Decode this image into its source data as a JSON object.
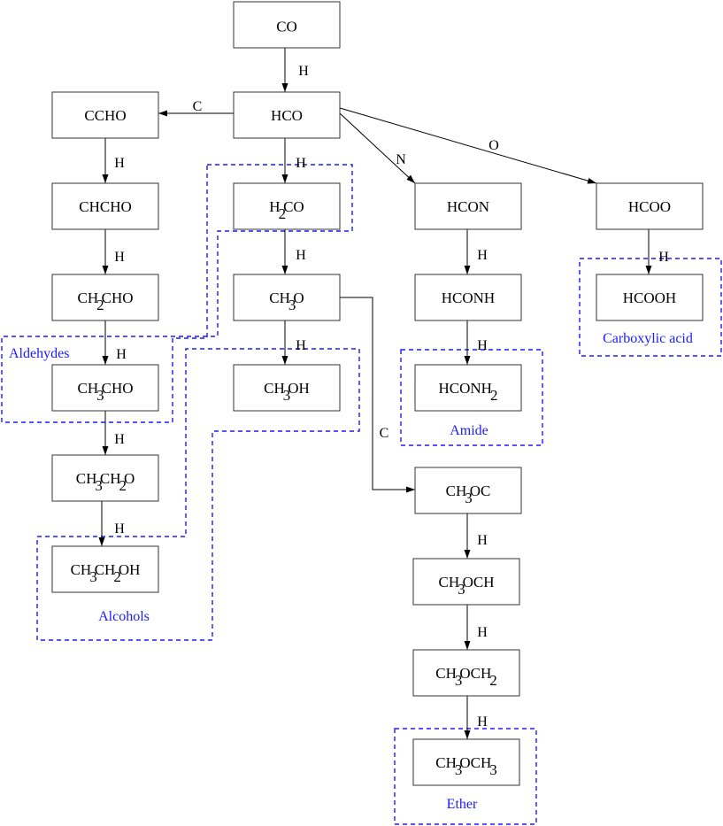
{
  "colors": {
    "group": "#1a1aff",
    "line": "#000000",
    "box_border": "#333333"
  },
  "nodes": [
    {
      "id": "CO",
      "parts": [
        {
          "t": "CO"
        }
      ]
    },
    {
      "id": "HCO",
      "parts": [
        {
          "t": "HCO"
        }
      ]
    },
    {
      "id": "CCHO",
      "parts": [
        {
          "t": "CCHO"
        }
      ]
    },
    {
      "id": "CHCHO",
      "parts": [
        {
          "t": "CHCHO"
        }
      ]
    },
    {
      "id": "CH2CHO",
      "parts": [
        {
          "t": "CH"
        },
        {
          "t": "2",
          "sub": true
        },
        {
          "t": "CHO"
        }
      ]
    },
    {
      "id": "CH3CHO",
      "parts": [
        {
          "t": "CH"
        },
        {
          "t": "3",
          "sub": true
        },
        {
          "t": "CHO"
        }
      ]
    },
    {
      "id": "CH3CH2O",
      "parts": [
        {
          "t": "CH"
        },
        {
          "t": "3",
          "sub": true
        },
        {
          "t": "CH"
        },
        {
          "t": "2",
          "sub": true
        },
        {
          "t": "O"
        }
      ]
    },
    {
      "id": "CH3CH2OH",
      "parts": [
        {
          "t": "CH"
        },
        {
          "t": "3",
          "sub": true
        },
        {
          "t": "CH"
        },
        {
          "t": "2",
          "sub": true
        },
        {
          "t": "OH"
        }
      ]
    },
    {
      "id": "H2CO",
      "parts": [
        {
          "t": "H"
        },
        {
          "t": "2",
          "sub": true
        },
        {
          "t": "CO"
        }
      ]
    },
    {
      "id": "CH3O",
      "parts": [
        {
          "t": "CH"
        },
        {
          "t": "3",
          "sub": true
        },
        {
          "t": "O"
        }
      ]
    },
    {
      "id": "CH3OH",
      "parts": [
        {
          "t": "CH"
        },
        {
          "t": "3",
          "sub": true
        },
        {
          "t": "OH"
        }
      ]
    },
    {
      "id": "HCON",
      "parts": [
        {
          "t": "HCON"
        }
      ]
    },
    {
      "id": "HCONH",
      "parts": [
        {
          "t": "HCONH"
        }
      ]
    },
    {
      "id": "HCONH2",
      "parts": [
        {
          "t": "HCONH"
        },
        {
          "t": "2",
          "sub": true
        }
      ]
    },
    {
      "id": "HCOO",
      "parts": [
        {
          "t": "HCOO"
        }
      ]
    },
    {
      "id": "HCOOH",
      "parts": [
        {
          "t": "HCOOH"
        }
      ]
    },
    {
      "id": "CH3OC",
      "parts": [
        {
          "t": "CH"
        },
        {
          "t": "3",
          "sub": true
        },
        {
          "t": "OC"
        }
      ]
    },
    {
      "id": "CH3OCH",
      "parts": [
        {
          "t": "CH"
        },
        {
          "t": "3",
          "sub": true
        },
        {
          "t": "OCH"
        }
      ]
    },
    {
      "id": "CH3OCH2",
      "parts": [
        {
          "t": "CH"
        },
        {
          "t": "3",
          "sub": true
        },
        {
          "t": "OCH"
        },
        {
          "t": "2",
          "sub": true
        }
      ]
    },
    {
      "id": "CH3OCH3",
      "parts": [
        {
          "t": "CH"
        },
        {
          "t": "3",
          "sub": true
        },
        {
          "t": "OCH"
        },
        {
          "t": "3",
          "sub": true
        }
      ]
    }
  ],
  "edges": [
    {
      "from": "CO",
      "to": "HCO",
      "label": "H"
    },
    {
      "from": "HCO",
      "to": "CCHO",
      "label": "C"
    },
    {
      "from": "HCO",
      "to": "H2CO",
      "label": "H"
    },
    {
      "from": "HCO",
      "to": "HCON",
      "label": "N"
    },
    {
      "from": "HCO",
      "to": "HCOO",
      "label": "O"
    },
    {
      "from": "CCHO",
      "to": "CHCHO",
      "label": "H"
    },
    {
      "from": "CHCHO",
      "to": "CH2CHO",
      "label": "H"
    },
    {
      "from": "CH2CHO",
      "to": "CH3CHO",
      "label": "H"
    },
    {
      "from": "CH3CHO",
      "to": "CH3CH2O",
      "label": "H"
    },
    {
      "from": "CH3CH2O",
      "to": "CH3CH2OH",
      "label": "H"
    },
    {
      "from": "H2CO",
      "to": "CH3O",
      "label": "H"
    },
    {
      "from": "CH3O",
      "to": "CH3OH",
      "label": "H"
    },
    {
      "from": "CH3O",
      "to": "CH3OC",
      "label": "C"
    },
    {
      "from": "HCON",
      "to": "HCONH",
      "label": "H"
    },
    {
      "from": "HCONH",
      "to": "HCONH2",
      "label": "H"
    },
    {
      "from": "HCOO",
      "to": "HCOOH",
      "label": "H"
    },
    {
      "from": "CH3OC",
      "to": "CH3OCH",
      "label": "H"
    },
    {
      "from": "CH3OCH",
      "to": "CH3OCH2",
      "label": "H"
    },
    {
      "from": "CH3OCH2",
      "to": "CH3OCH3",
      "label": "H"
    }
  ],
  "groups": [
    {
      "id": "aldehydes",
      "label": "Aldehydes"
    },
    {
      "id": "alcohols",
      "label": "Alcohols"
    },
    {
      "id": "amide",
      "label": "Amide"
    },
    {
      "id": "carboxylic-acid",
      "label": "Carboxylic acid"
    },
    {
      "id": "ether",
      "label": "Ether"
    }
  ]
}
